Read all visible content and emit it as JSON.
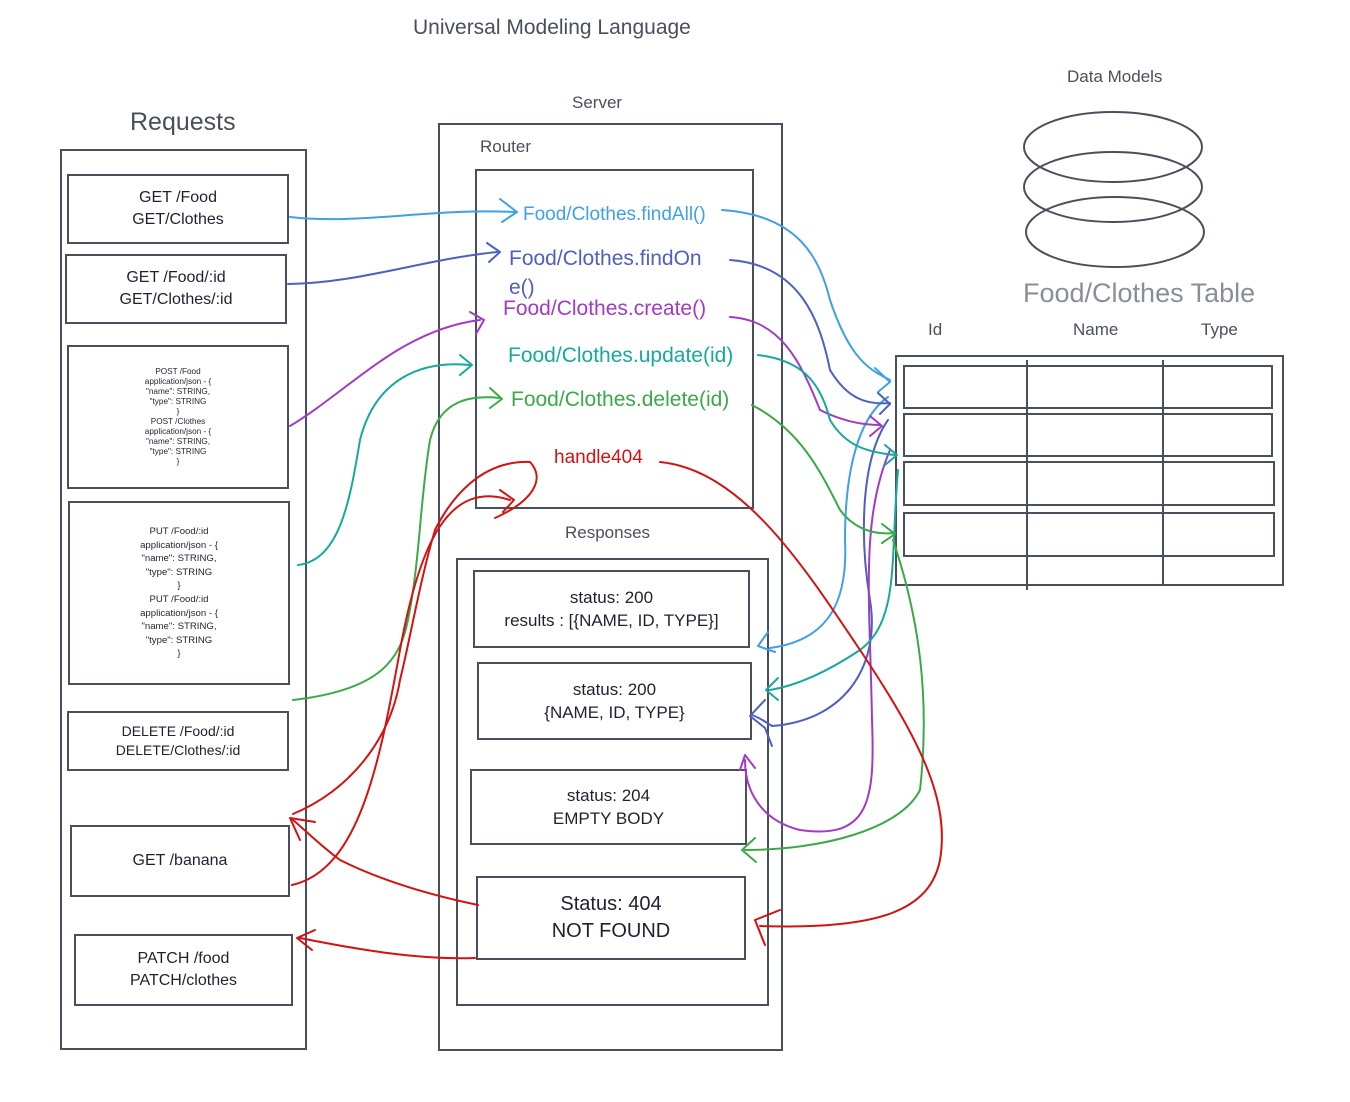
{
  "title": "Universal Modeling Language",
  "requests": {
    "heading": "Requests",
    "items": [
      {
        "lines": [
          "GET /Food",
          "GET/Clothes"
        ]
      },
      {
        "lines": [
          "GET /Food/:id",
          "GET/Clothes/:id"
        ]
      },
      {
        "lines": [
          "POST /Food",
          "application/json - {",
          "\"name\": STRING,",
          "\"type\": STRING",
          "}",
          "POST /Clothes",
          "application/json - {",
          "\"name\": STRING,",
          "\"type\": STRING",
          "}"
        ]
      },
      {
        "lines": [
          "PUT /Food/:id",
          "application/json - {",
          "\"name\": STRING,",
          "\"type\": STRING",
          "}",
          "PUT /Food/:id",
          "application/json - {",
          "\"name\": STRING,",
          "\"type\": STRING",
          "}"
        ]
      },
      {
        "lines": [
          "DELETE /Food/:id",
          "DELETE/Clothes/:id"
        ]
      },
      {
        "lines": [
          "GET /banana"
        ]
      },
      {
        "lines": [
          "PATCH /food",
          "PATCH/clothes"
        ]
      }
    ]
  },
  "server": {
    "heading": "Server",
    "router": {
      "heading": "Router",
      "routes": [
        {
          "label": "Food/Clothes.findAll()"
        },
        {
          "label": "Food/Clothes.findOn"
        },
        {
          "label": "e()"
        },
        {
          "label": "Food/Clothes.create()"
        },
        {
          "label": "Food/Clothes.update(id)"
        },
        {
          "label": "Food/Clothes.delete(id)"
        },
        {
          "label": "handle404"
        }
      ]
    },
    "responses": {
      "heading": "Responses",
      "items": [
        {
          "lines": [
            "status: 200",
            "results : [{NAME, ID, TYPE}]"
          ]
        },
        {
          "lines": [
            "status: 200",
            "{NAME, ID, TYPE}"
          ]
        },
        {
          "lines": [
            "status: 204",
            "EMPTY BODY"
          ]
        },
        {
          "lines": [
            "Status: 404",
            "NOT FOUND"
          ]
        }
      ]
    }
  },
  "data_models": {
    "heading": "Data Models",
    "table_title": "Food/Clothes Table",
    "columns": [
      "Id",
      "Name",
      "Type"
    ]
  },
  "colors": {
    "findAll": "#3fa0e6",
    "findOne": "#4f5fc0",
    "create": "#a23bc4",
    "update": "#17a99b",
    "delete": "#3aaa48",
    "handle404": "#d31212",
    "border": "#4a4f5c"
  }
}
